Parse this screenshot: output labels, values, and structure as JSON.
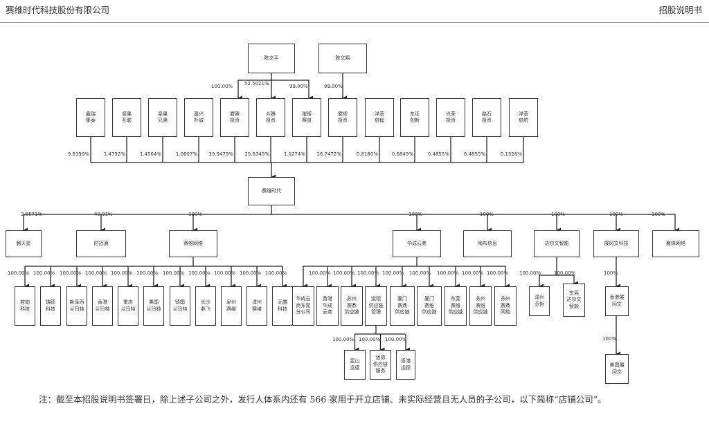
{
  "header": {
    "company": "赛维时代科技股份有限公司",
    "doc_type": "招股说明书"
  },
  "top_holders": [
    {
      "id": "chen_wenping",
      "name": "陈文平"
    },
    {
      "id": "chen_wenxi",
      "name": "陈文熙"
    }
  ],
  "holder_pcts": [
    "100.00%",
    "52.5021%",
    "99.00%",
    "99.00%"
  ],
  "shareholders": [
    {
      "name": "鑫瑞\n集泰",
      "pct": "9.8199%"
    },
    {
      "name": "坚果\n互联",
      "pct": "1.4792%"
    },
    {
      "name": "坚果\n兄弟",
      "pct": "1.4564%"
    },
    {
      "name": "嘉兴\n朴诚",
      "pct": "1.0607%"
    },
    {
      "name": "君腾\n投资",
      "pct": "39.9479%"
    },
    {
      "name": "众腾\n投资",
      "pct": "25.8345%"
    },
    {
      "name": "璀璨\n赛道",
      "pct": "1.0274%"
    },
    {
      "name": "君辉\n投资",
      "pct": "16.7472%"
    },
    {
      "name": "洋葱\n启程",
      "pct": "0.8180%"
    },
    {
      "name": "东证\n创新",
      "pct": "0.6849%"
    },
    {
      "name": "光荣\n投资",
      "pct": "0.4855%"
    },
    {
      "name": "路石\n投资",
      "pct": "0.4855%"
    },
    {
      "name": "洋葱\n启航",
      "pct": "0.1528%"
    }
  ],
  "company": {
    "name": "赛维时代"
  },
  "subsidiaries": [
    {
      "name": "腾天星",
      "pct": "2.8571%"
    },
    {
      "name": "时迈通",
      "pct": "40.91%"
    },
    {
      "name": "赛维网络",
      "pct": "100%"
    },
    {
      "name": "华成云商",
      "pct": "100%"
    },
    {
      "name": "嘀布信息",
      "pct": "100%"
    },
    {
      "name": "达尔文智能",
      "pct": "100%"
    },
    {
      "name": "展冈文科技",
      "pct": "100%"
    },
    {
      "name": "赢锋网络",
      "pct": "100%"
    }
  ],
  "network_subs": [
    {
      "name": "若铂\n科技",
      "pct": "100.00%"
    },
    {
      "name": "瑞德\n科技",
      "pct": "100.00%"
    },
    {
      "name": "新泽西\n兰玛特",
      "pct": "100.00%"
    },
    {
      "name": "香港\n兰玛特",
      "pct": "100.00%"
    },
    {
      "name": "重庆\n兰玛特",
      "pct": "100.00%"
    },
    {
      "name": "美国\n兰玛特",
      "pct": "100.00%"
    },
    {
      "name": "德国\n兰玛特",
      "pct": "100.00%"
    },
    {
      "name": "长沙\n鼎飞",
      "pct": "100.00%"
    },
    {
      "name": "泉州\n赛维",
      "pct": "100.00%"
    },
    {
      "name": "漳州\n赛维",
      "pct": "100.00%"
    },
    {
      "name": "无酷\n科技",
      "pct": "100.00%"
    }
  ],
  "cloud_subs": [
    {
      "name": "华成云\n商东莞\n分公司",
      "pct": ""
    },
    {
      "name": "香港\n华成\n云商",
      "pct": "100.00%"
    },
    {
      "name": "苏州\n赛鼎\n供应链",
      "pct": "100.00%"
    },
    {
      "name": "运德\n供应链\n管理",
      "pct": "100.00%"
    },
    {
      "name": "厦门\n赛鼎\n供应链",
      "pct": "100.00%"
    },
    {
      "name": "厦门\n赛维\n供应链",
      "pct": "100.00%"
    },
    {
      "name": "东莞\n赛维\n供应链",
      "pct": "100.00%"
    },
    {
      "name": "苏州\n赛维\n供应链",
      "pct": "100.00%"
    },
    {
      "name": "苏州\n赛鼎\n网络",
      "pct": "100.00%"
    }
  ],
  "yunde_subs": [
    {
      "name": "昆山\n运德",
      "pct": "100.00%"
    },
    {
      "name": "运德\n供应链\n服务",
      "pct": "100.00%"
    },
    {
      "name": "香港\n运德",
      "pct": "100.00%"
    }
  ],
  "darwin_subs": [
    {
      "name": "漳州\n芬哲",
      "pct": "100.00%"
    },
    {
      "name": "东莞\n达尔文\n智能",
      "pct": "100.00%"
    }
  ],
  "chain": [
    {
      "name": "香港展\n冈文",
      "pct": "100%"
    },
    {
      "name": "美国展\n冈文",
      "pct": "100%"
    }
  ],
  "note": "注：截至本招股说明书签署日，除上述子公司之外，发行人体系内还有 566 家用于开立店铺、未实际经营且无人员的子公司，以下简称“店铺公司”。"
}
